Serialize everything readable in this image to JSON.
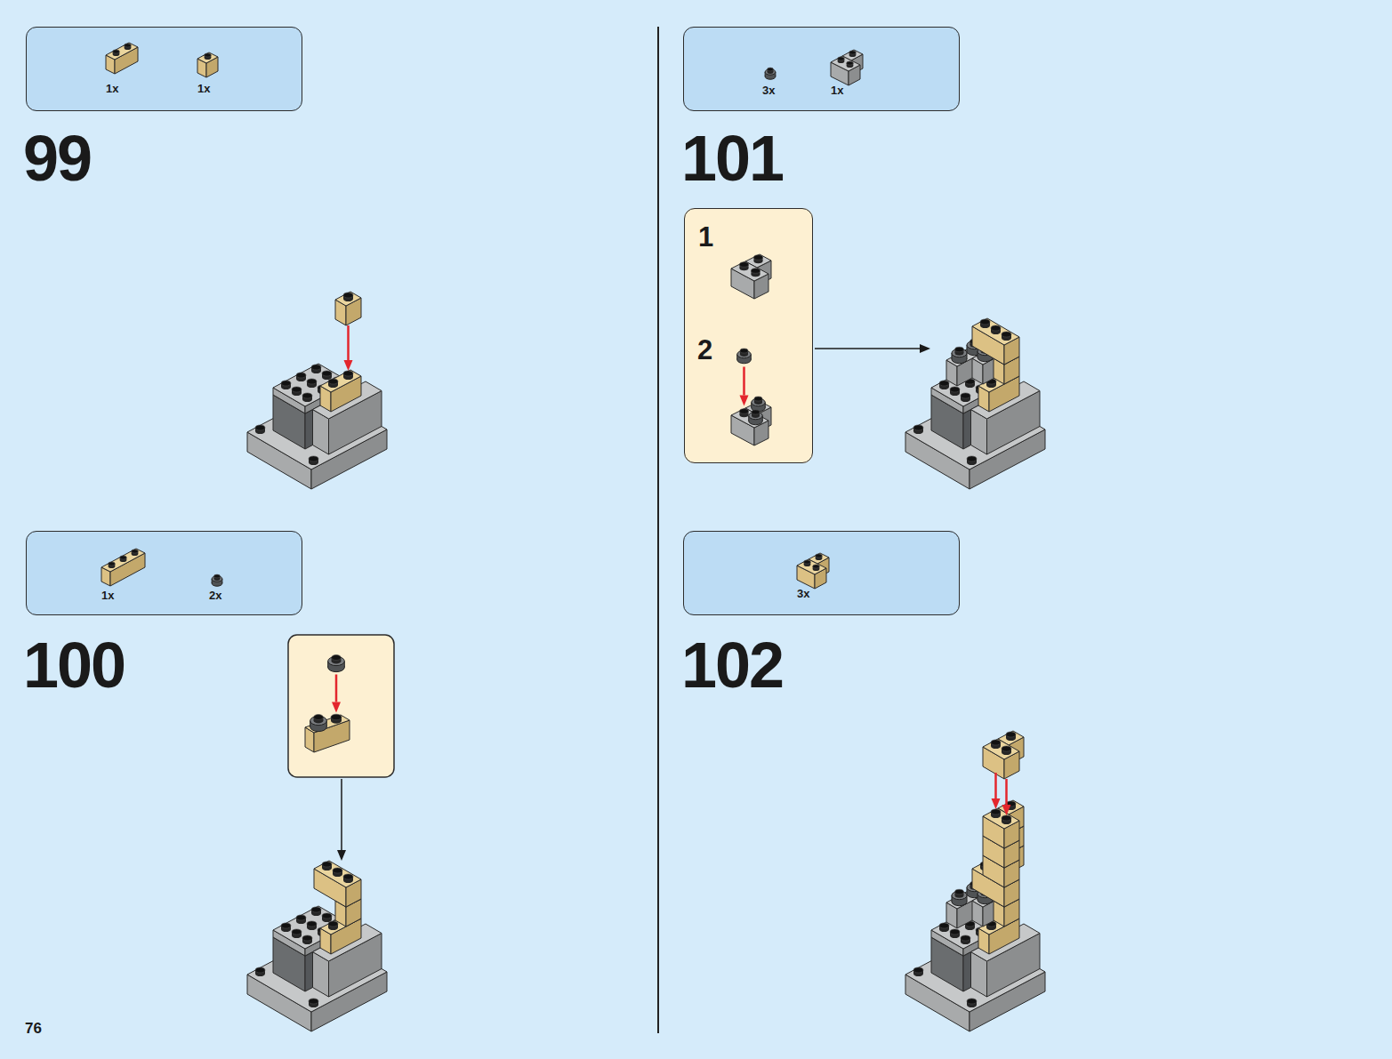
{
  "diagram": {
    "nodes": [
      {
        "text": [
          "1x",
          "1x"
        ]
      },
      {
        "text": [
          "1x",
          "2x"
        ]
      },
      {
        "text": [
          "3x",
          "1x"
        ]
      },
      {
        "text": [
          "1",
          "2"
        ]
      },
      {
        "text": [
          "3x"
        ]
      }
    ],
    "labels": [
      "99",
      "100",
      "101",
      "102",
      "76"
    ]
  }
}
